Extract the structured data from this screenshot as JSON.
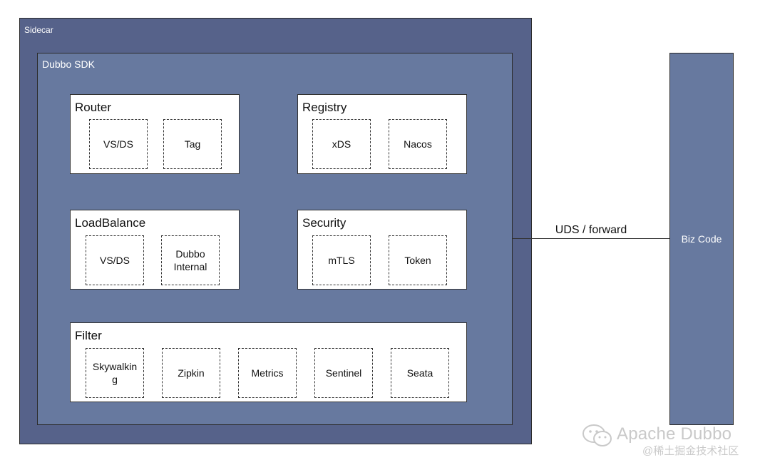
{
  "sidecar": {
    "label": "Sidecar"
  },
  "sdk": {
    "label": "Dubbo SDK"
  },
  "groups": {
    "router": {
      "title": "Router",
      "items": [
        "VS/DS",
        "Tag"
      ]
    },
    "registry": {
      "title": "Registry",
      "items": [
        "xDS",
        "Nacos"
      ]
    },
    "loadbalance": {
      "title": "LoadBalance",
      "items": [
        "VS/DS",
        "Dubbo\nInternal"
      ]
    },
    "security": {
      "title": "Security",
      "items": [
        "mTLS",
        "Token"
      ]
    },
    "filter": {
      "title": "Filter",
      "items": [
        "Skywalkin\ng",
        "Zipkin",
        "Metrics",
        "Sentinel",
        "Seata"
      ]
    }
  },
  "connector": {
    "label": "UDS / forward"
  },
  "biz": {
    "label": "Biz Code"
  },
  "watermark": {
    "main": "Apache Dubbo",
    "sub": "@稀土掘金技术社区",
    "icon": "wechat-icon"
  },
  "colors": {
    "sidecar": "#56628a",
    "sdk": "#67799f",
    "group": "#ffffff",
    "watermark": "#c9c9c9"
  }
}
